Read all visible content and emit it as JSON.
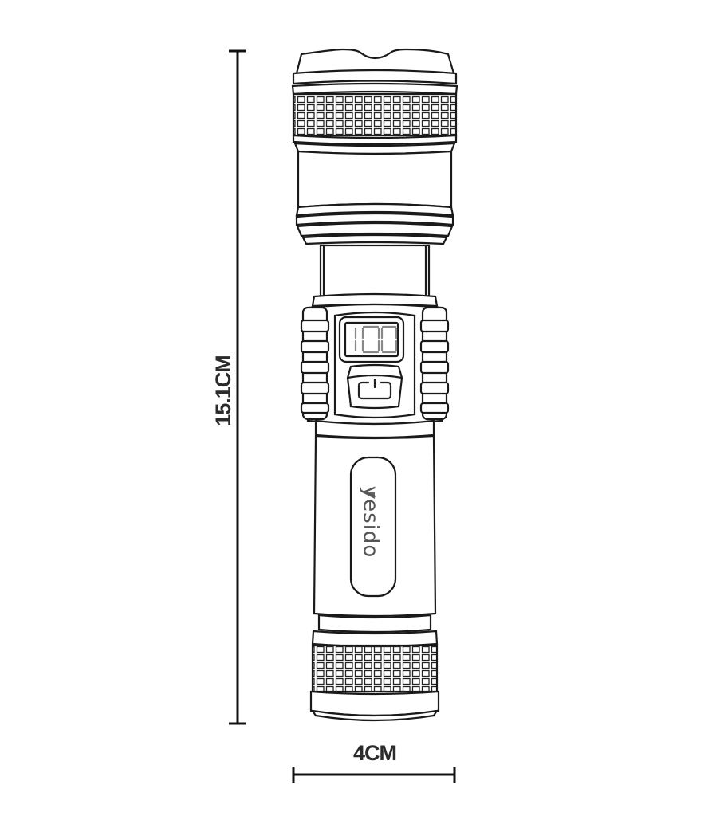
{
  "product": {
    "name": "Flashlight",
    "brand": "yesido",
    "display_value": "100",
    "button": "power"
  },
  "dimensions": {
    "height_label": "15.1CM",
    "width_label": "4CM"
  },
  "icons": {
    "power": "power-icon",
    "brand_logo": "yesido-logo"
  },
  "colors": {
    "stroke": "#1a1a1a",
    "text": "#2b2b2b",
    "brand": "#555555",
    "display_segments": "#888888"
  }
}
